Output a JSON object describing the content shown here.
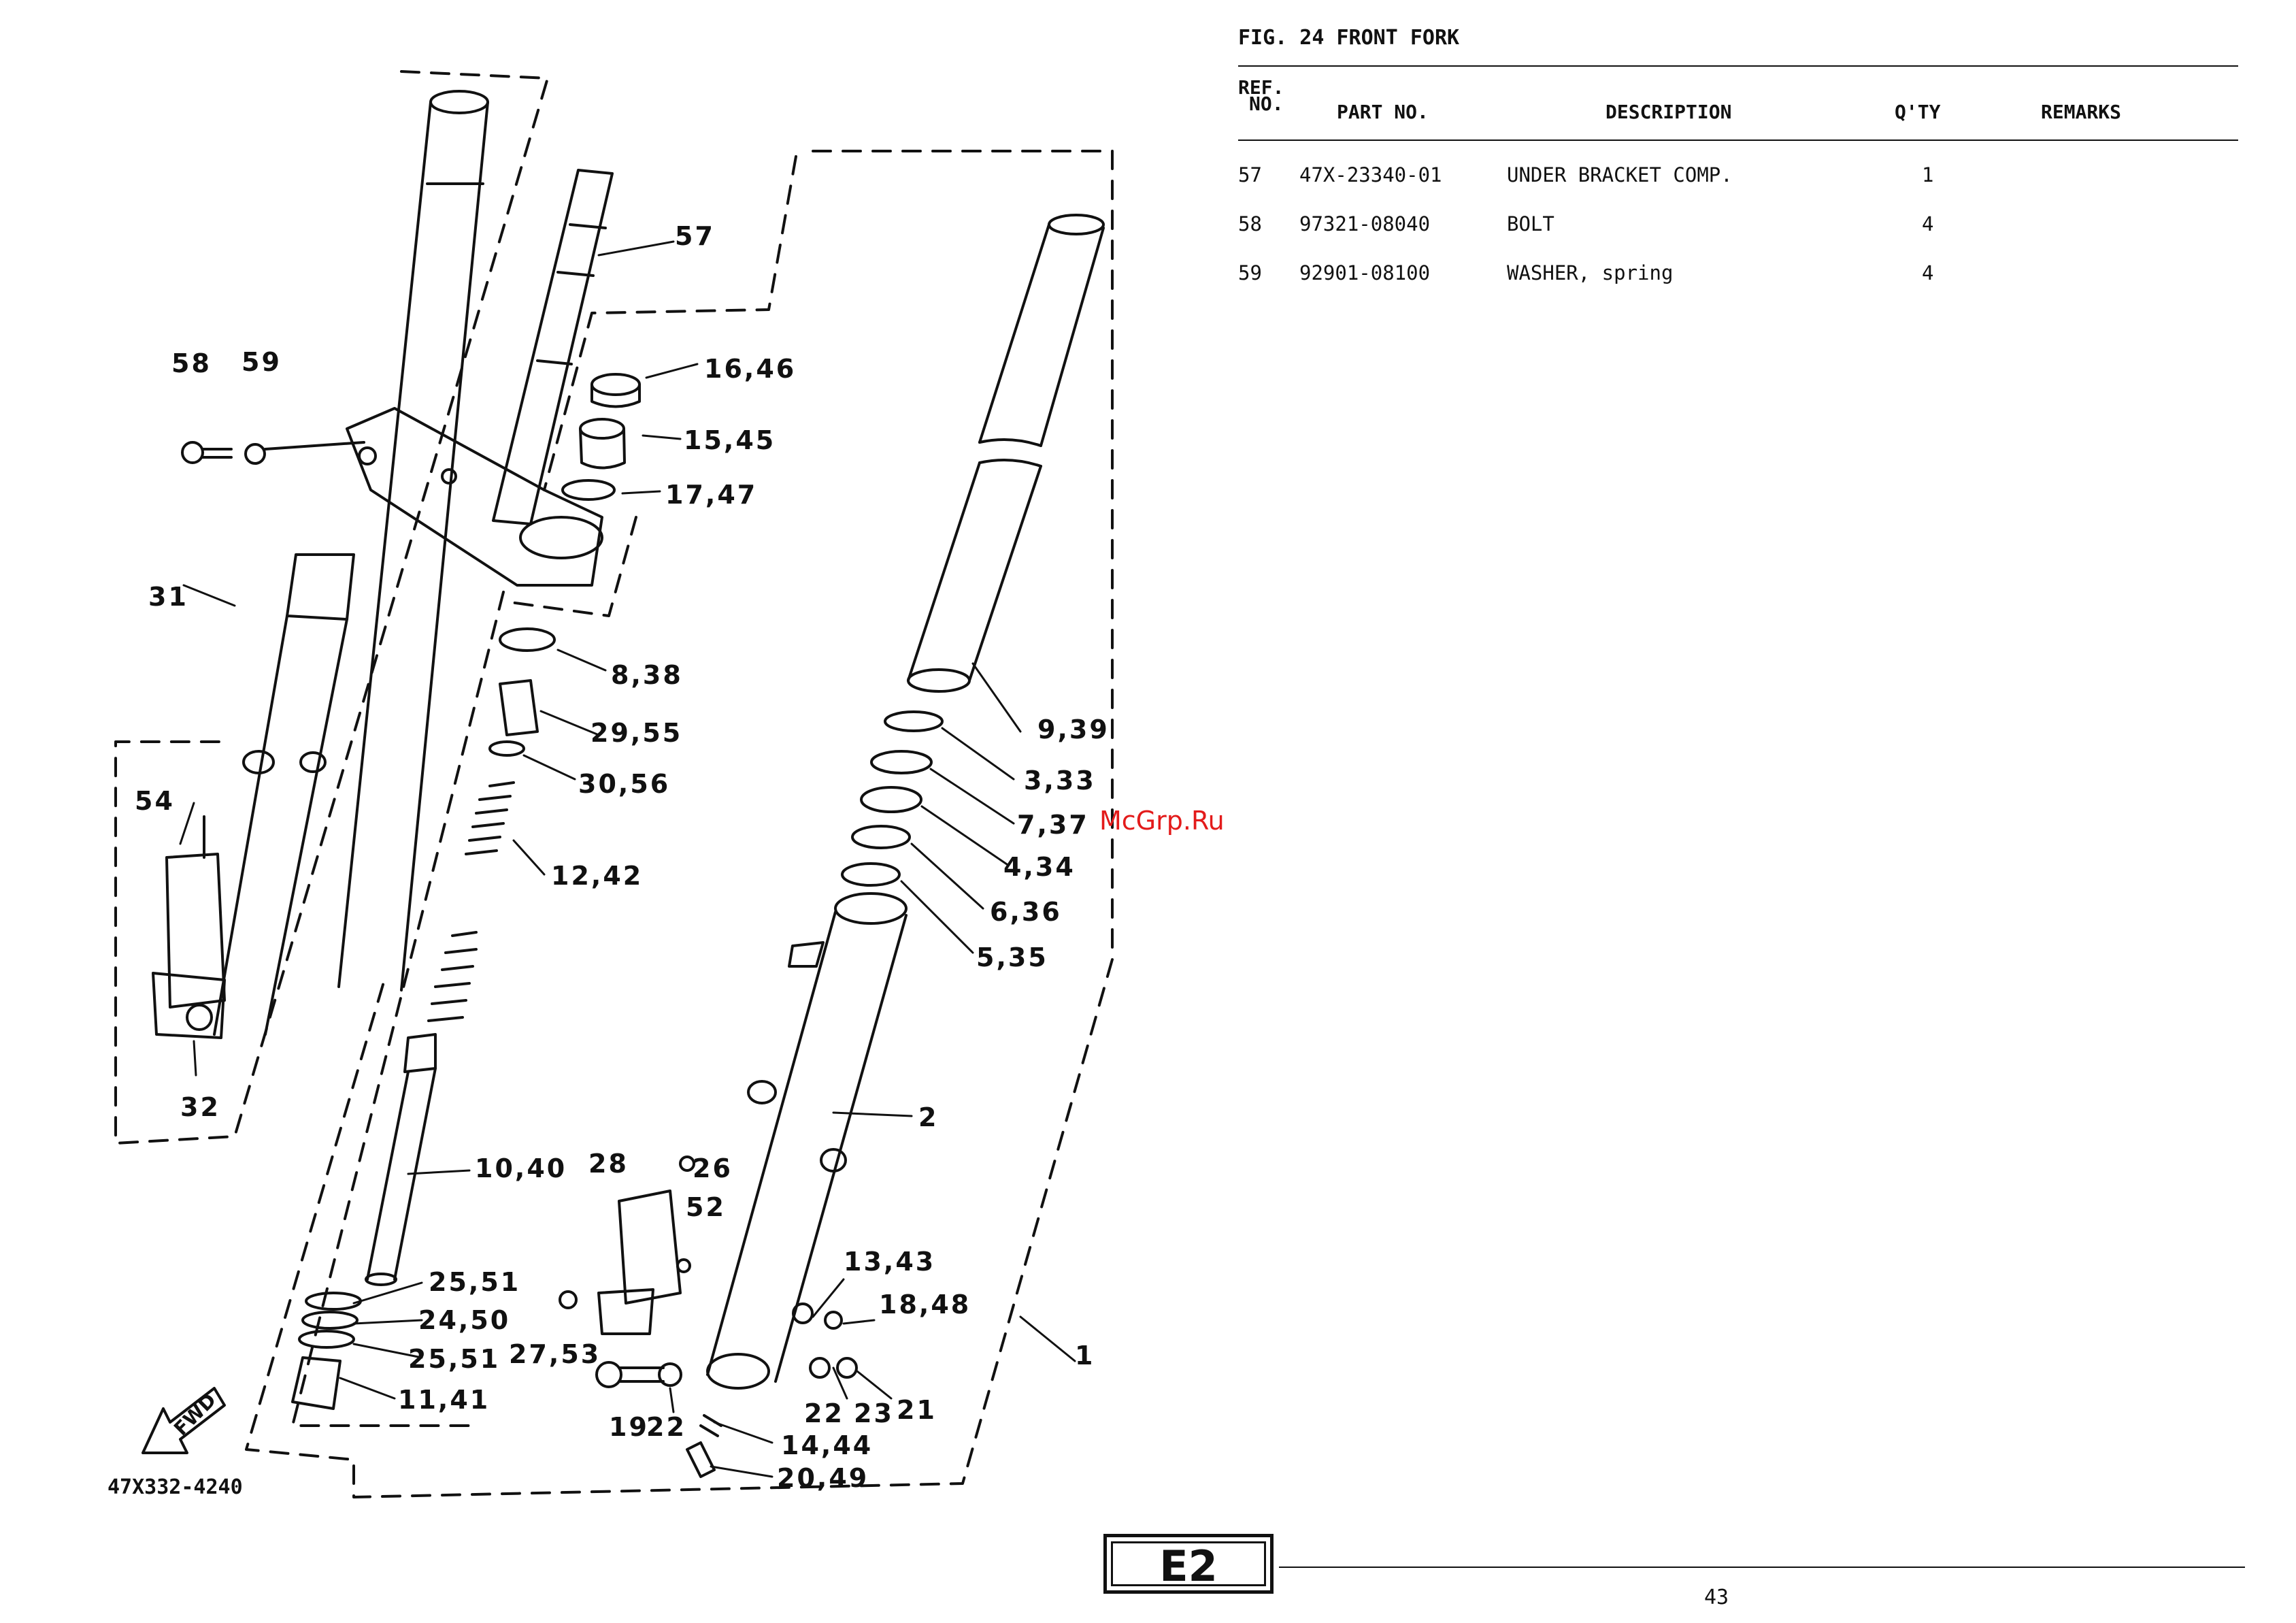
{
  "figure": {
    "title": "FIG. 24  FRONT FORK",
    "part_code": "47X332-4240",
    "fwd_label": "FWD",
    "watermark": "McGrp.Ru",
    "section_badge": "E2",
    "page_number": "43"
  },
  "table": {
    "headers": {
      "ref_no_line1": "REF.",
      "ref_no_line2": "NO.",
      "part_no": "PART NO.",
      "description": "DESCRIPTION",
      "qty": "Q'TY",
      "remarks": "REMARKS"
    },
    "rows": [
      {
        "ref": "57",
        "part_no": "47X-23340-01",
        "description": "UNDER BRACKET COMP.",
        "qty": "1",
        "remarks": ""
      },
      {
        "ref": "58",
        "part_no": "97321-08040",
        "description": "BOLT",
        "qty": "4",
        "remarks": ""
      },
      {
        "ref": "59",
        "part_no": "92901-08100",
        "description": "WASHER, spring",
        "qty": "4",
        "remarks": ""
      }
    ]
  },
  "callouts": {
    "c57": "57",
    "c58": "58",
    "c59": "59",
    "c16_46": "16,46",
    "c15_45": "15,45",
    "c17_47": "17,47",
    "c31": "31",
    "c8_38": "8,38",
    "c29_55": "29,55",
    "c30_56": "30,56",
    "c12_42": "12,42",
    "c54": "54",
    "c32": "32",
    "c9_39": "9,39",
    "c3_33": "3,33",
    "c7_37": "7,37",
    "c4_34": "4,34",
    "c6_36": "6,36",
    "c5_35": "5,35",
    "c2": "2",
    "c10_40": "10,40",
    "c28": "28",
    "c26": "26",
    "c52": "52",
    "c25_51a": "25,51",
    "c24_50": "24,50",
    "c25_51b": "25,51",
    "c11_41": "11,41",
    "c27_53": "27,53",
    "c13_43": "13,43",
    "c18_48": "18,48",
    "c1": "1",
    "c19": "19",
    "c22a": "22",
    "c22b": "22",
    "c23": "23",
    "c21": "21",
    "c14_44": "14,44",
    "c20_49": "20,49"
  }
}
